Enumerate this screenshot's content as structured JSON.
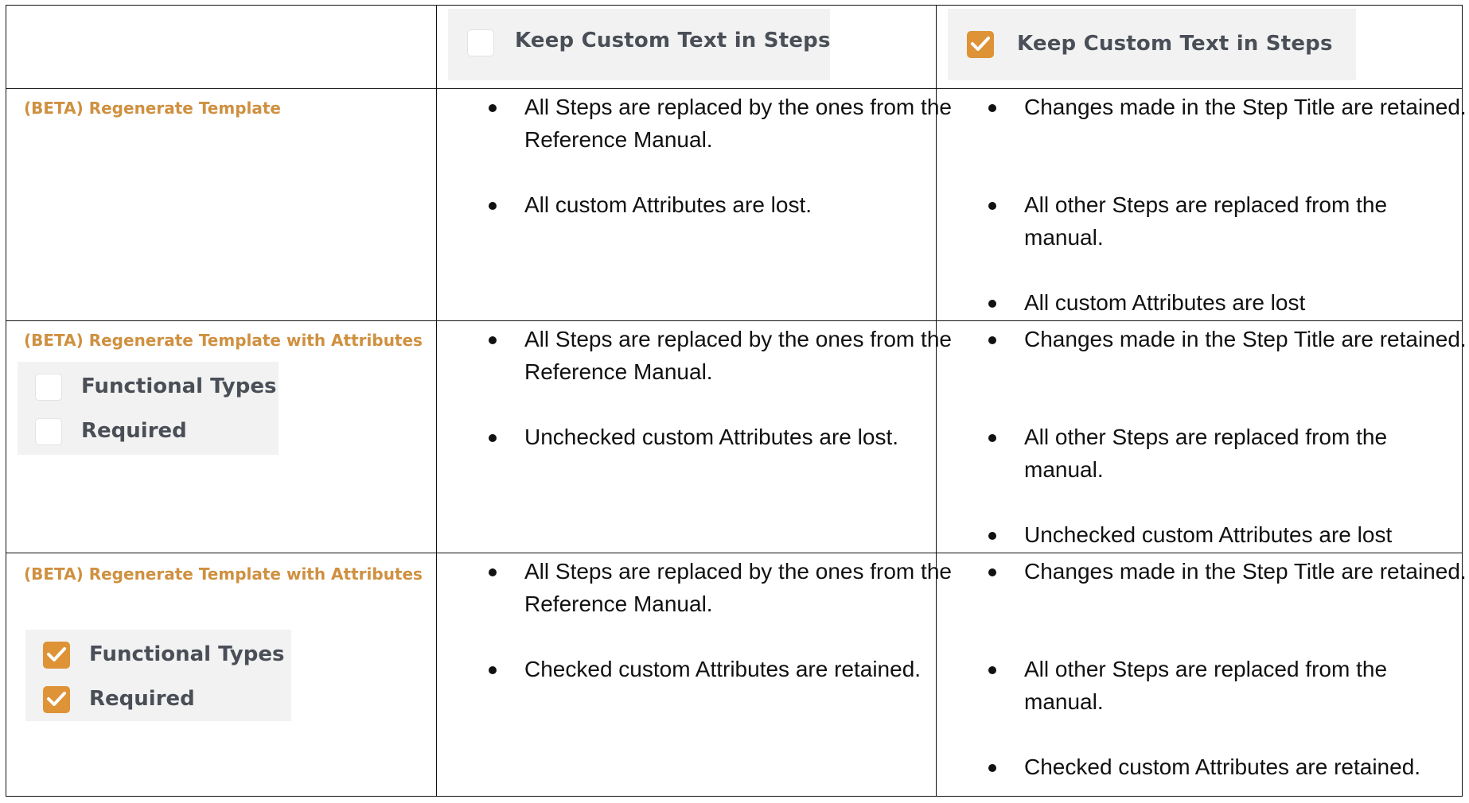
{
  "header": {
    "unchecked_label": "Keep Custom Text in Steps",
    "checked_label": "Keep Custom Text in Steps"
  },
  "rows": [
    {
      "title": "(BETA) Regenerate Template",
      "options": [],
      "unchecked_bullets": [
        "All Steps are replaced by the ones from the Reference Manual.",
        "All custom Attributes are lost."
      ],
      "checked_bullets": [
        "Changes made in the Step Title are retained.",
        "All other Steps are replaced from the manual.",
        "All custom Attributes are lost"
      ]
    },
    {
      "title": "(BETA) Regenerate Template with Attributes",
      "options": [
        {
          "label": "Functional Types",
          "checked": false
        },
        {
          "label": "Required",
          "checked": false
        }
      ],
      "unchecked_bullets": [
        "All Steps are replaced by the ones from the Reference Manual.",
        "Unchecked custom Attributes are lost."
      ],
      "checked_bullets": [
        "Changes made in the Step Title are retained.",
        "All other Steps are replaced from the manual.",
        "Unchecked custom Attributes are lost"
      ]
    },
    {
      "title": "(BETA) Regenerate Template with Attributes",
      "options": [
        {
          "label": "Functional Types",
          "checked": true
        },
        {
          "label": "Required",
          "checked": true
        }
      ],
      "unchecked_bullets": [
        "All Steps are replaced by the ones from the Reference Manual.",
        "Checked custom Attributes are retained."
      ],
      "checked_bullets": [
        "Changes made in the Step Title are retained.",
        "All other Steps are replaced from the manual.",
        "Checked custom Attributes are retained."
      ]
    }
  ],
  "colors": {
    "accent": "#dd9336",
    "beta_text": "#cf9040",
    "panel_bg": "#f2f2f2",
    "label_text": "#4a4f57"
  }
}
